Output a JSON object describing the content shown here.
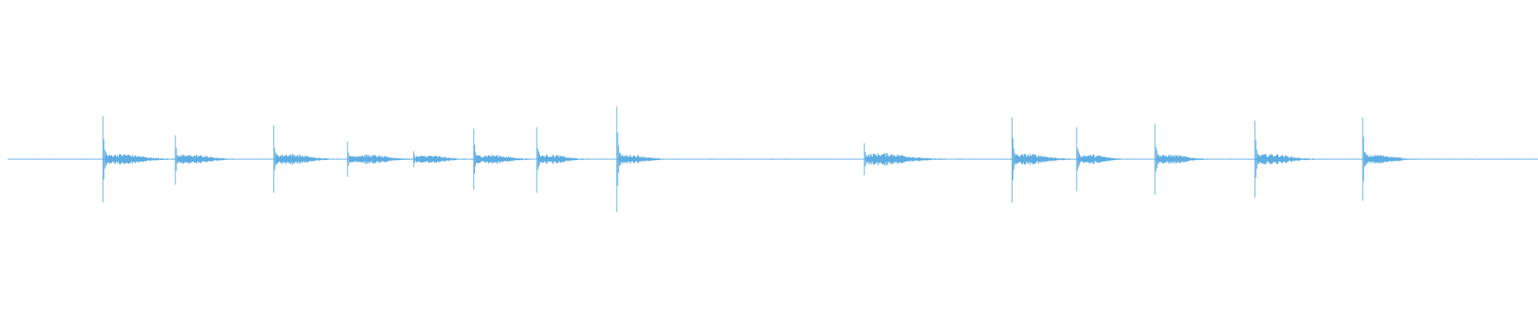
{
  "waveform": {
    "color": "#5DADE2",
    "background": "#ffffff",
    "baseline_fraction_start": 0.005,
    "baseline_fraction_end": 1.0,
    "events": [
      {
        "t": 0.067,
        "peak_up": 0.27,
        "peak_down": 0.27,
        "decay": 0.025,
        "tail_amp": 0.035
      },
      {
        "t": 0.114,
        "peak_up": 0.15,
        "peak_down": 0.16,
        "decay": 0.022,
        "tail_amp": 0.03
      },
      {
        "t": 0.178,
        "peak_up": 0.21,
        "peak_down": 0.21,
        "decay": 0.022,
        "tail_amp": 0.035
      },
      {
        "t": 0.226,
        "peak_up": 0.11,
        "peak_down": 0.11,
        "decay": 0.025,
        "tail_amp": 0.03
      },
      {
        "t": 0.269,
        "peak_up": 0.05,
        "peak_down": 0.05,
        "decay": 0.02,
        "tail_amp": 0.025
      },
      {
        "t": 0.308,
        "peak_up": 0.19,
        "peak_down": 0.19,
        "decay": 0.022,
        "tail_amp": 0.03
      },
      {
        "t": 0.349,
        "peak_up": 0.2,
        "peak_down": 0.21,
        "decay": 0.018,
        "tail_amp": 0.03
      },
      {
        "t": 0.401,
        "peak_up": 0.33,
        "peak_down": 0.33,
        "decay": 0.018,
        "tail_amp": 0.03
      },
      {
        "t": 0.562,
        "peak_up": 0.1,
        "peak_down": 0.1,
        "decay": 0.028,
        "tail_amp": 0.04
      },
      {
        "t": 0.658,
        "peak_up": 0.26,
        "peak_down": 0.27,
        "decay": 0.022,
        "tail_amp": 0.035
      },
      {
        "t": 0.7,
        "peak_up": 0.2,
        "peak_down": 0.2,
        "decay": 0.018,
        "tail_amp": 0.03
      },
      {
        "t": 0.751,
        "peak_up": 0.22,
        "peak_down": 0.22,
        "decay": 0.02,
        "tail_amp": 0.03
      },
      {
        "t": 0.816,
        "peak_up": 0.24,
        "peak_down": 0.24,
        "decay": 0.022,
        "tail_amp": 0.035
      },
      {
        "t": 0.886,
        "peak_up": 0.26,
        "peak_down": 0.26,
        "decay": 0.02,
        "tail_amp": 0.03
      }
    ]
  }
}
